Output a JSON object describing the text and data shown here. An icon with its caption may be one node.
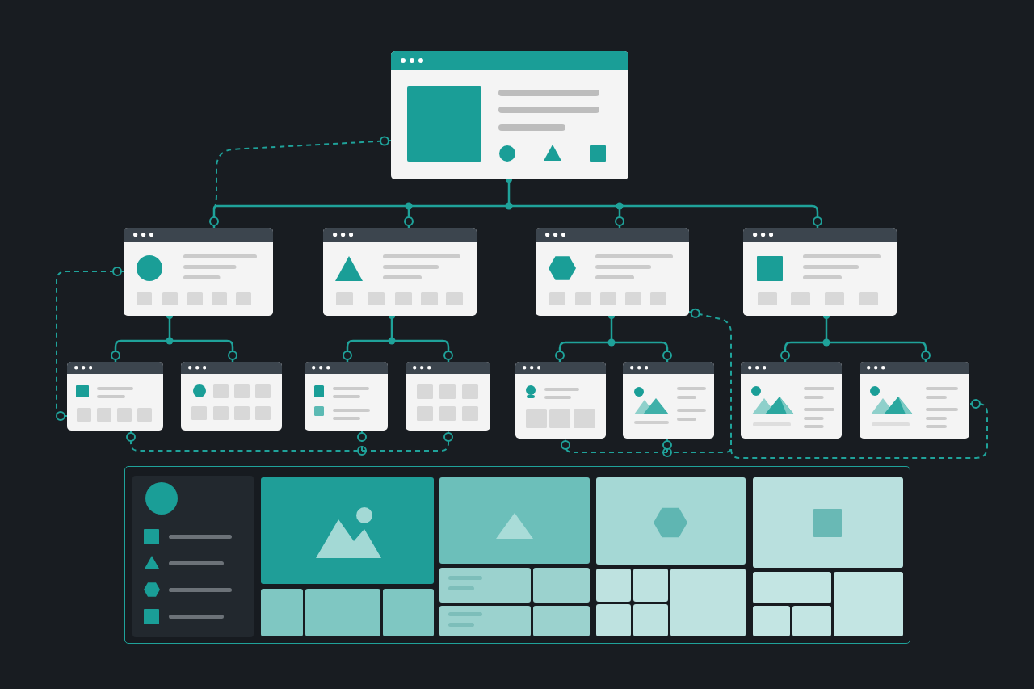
{
  "diagram": {
    "nodes": [
      {
        "text": [],
        "shape": "box"
      },
      {
        "text": [],
        "shape": "box"
      },
      {
        "text": [],
        "shape": "box"
      },
      {
        "text": [],
        "shape": "box"
      },
      {
        "text": [],
        "shape": "box"
      },
      {
        "text": [],
        "shape": "box"
      },
      {
        "text": [],
        "shape": "box"
      },
      {
        "text": [],
        "shape": "box"
      },
      {
        "text": [],
        "shape": "box"
      },
      {
        "text": [],
        "shape": "box"
      },
      {
        "text": [],
        "shape": "box"
      },
      {
        "text": [],
        "shape": "box"
      },
      {
        "text": [],
        "shape": "box"
      },
      {
        "text": [],
        "shape": "box"
      }
    ],
    "edges": [
      {
        "from": 0,
        "to": 1,
        "arrow": "other"
      },
      {
        "from": 0,
        "to": 2,
        "arrow": "other"
      },
      {
        "from": 0,
        "to": 3,
        "arrow": "other"
      },
      {
        "from": 0,
        "to": 4,
        "arrow": "other"
      },
      {
        "from": 1,
        "to": 5,
        "arrow": "other"
      },
      {
        "from": 1,
        "to": 6,
        "arrow": "other"
      },
      {
        "from": 2,
        "to": 7,
        "arrow": "other"
      },
      {
        "from": 2,
        "to": 8,
        "arrow": "other"
      },
      {
        "from": 3,
        "to": 9,
        "arrow": "other"
      },
      {
        "from": 3,
        "to": 10,
        "arrow": "other"
      },
      {
        "from": 4,
        "to": 11,
        "arrow": "other"
      },
      {
        "from": 4,
        "to": 12,
        "arrow": "other"
      },
      {
        "from": 0,
        "to": 1,
        "arrow": "other",
        "style": "dashed"
      },
      {
        "from": 1,
        "to": 5,
        "arrow": "other",
        "style": "dashed"
      },
      {
        "from": 5,
        "to": 7,
        "arrow": "other",
        "style": "dashed"
      },
      {
        "from": 5,
        "to": 8,
        "arrow": "other",
        "style": "dashed"
      },
      {
        "from": 3,
        "to": 9,
        "arrow": "other",
        "style": "dashed"
      },
      {
        "from": 3,
        "to": 10,
        "arrow": "other",
        "style": "dashed"
      },
      {
        "from": 3,
        "to": 12,
        "arrow": "other",
        "style": "dashed"
      }
    ]
  }
}
